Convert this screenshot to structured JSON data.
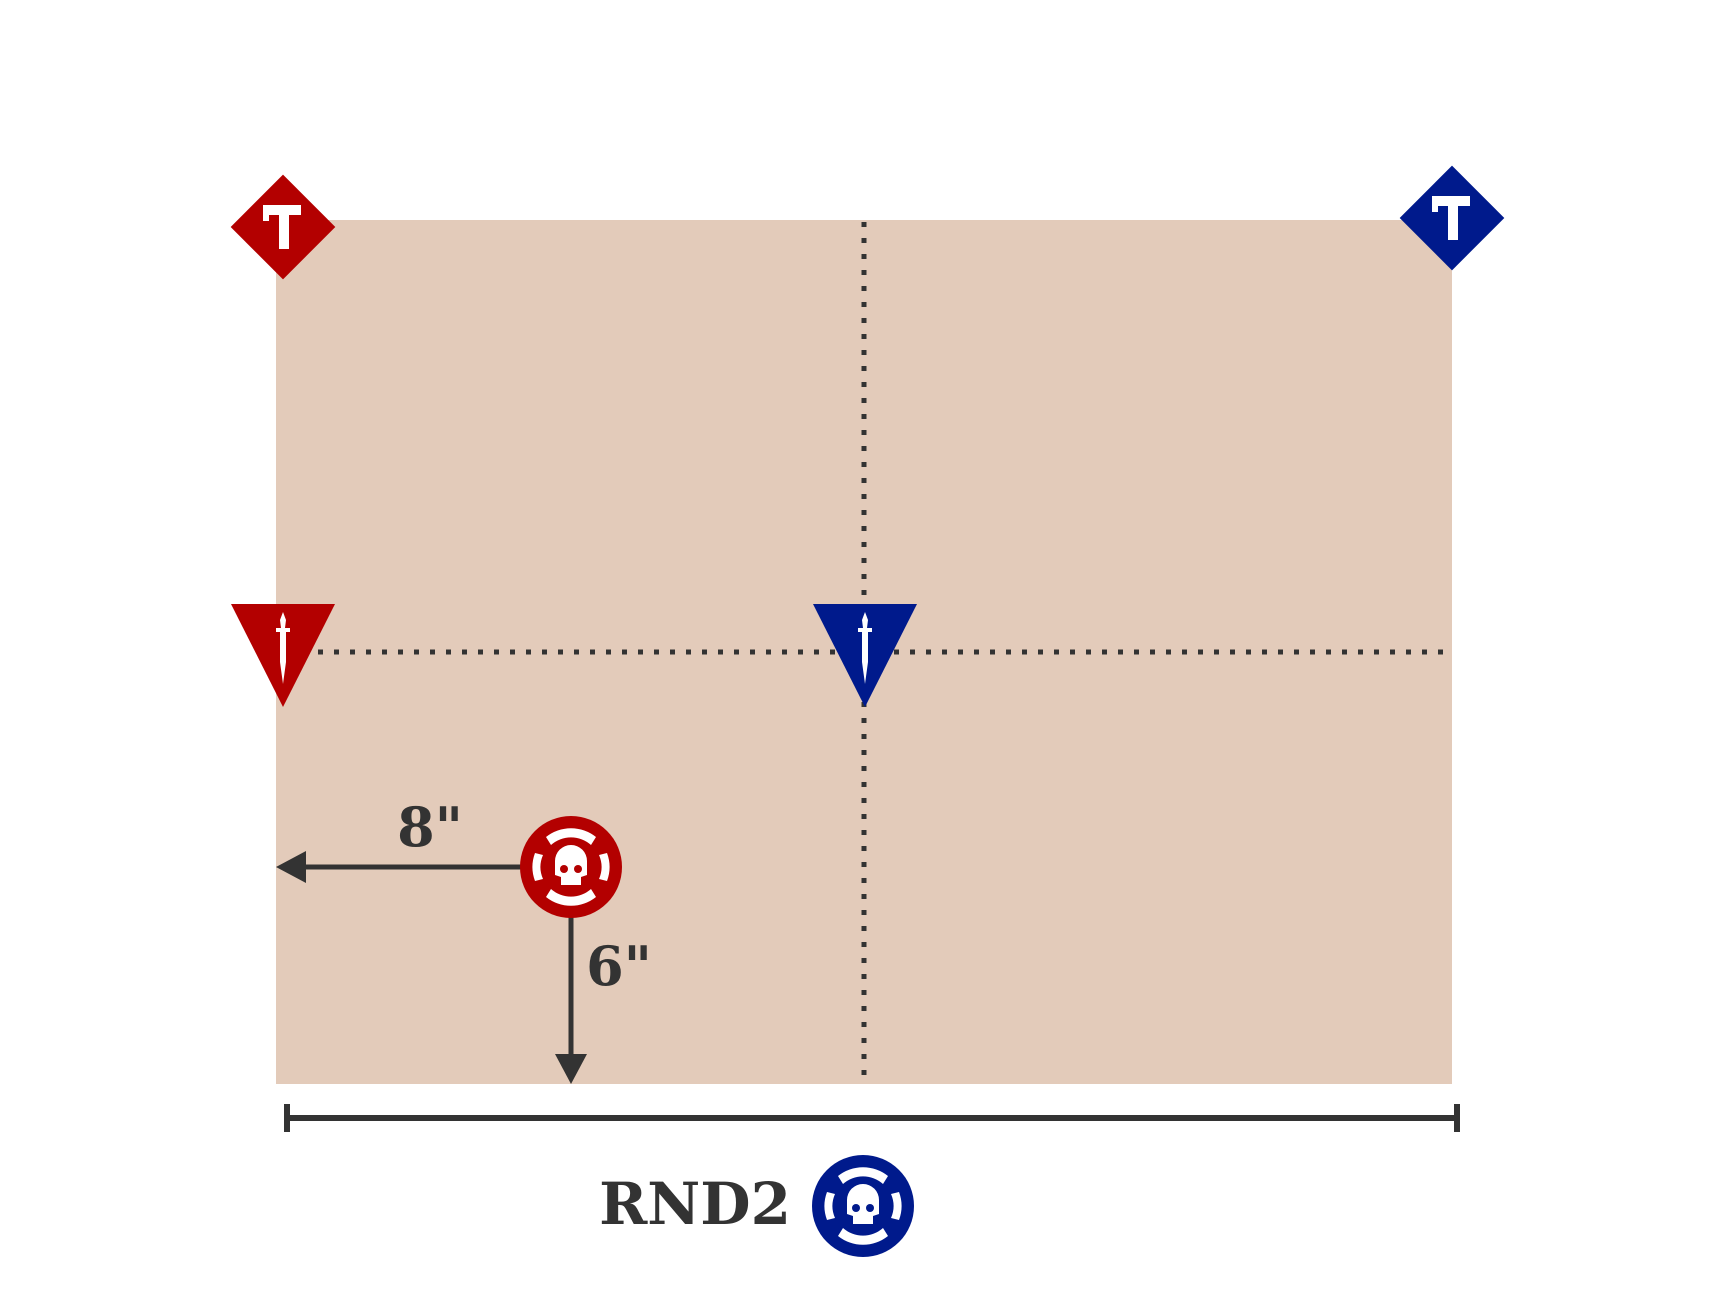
{
  "colors": {
    "red": "#b30000",
    "blue": "#001a8c",
    "board": "#e3cbba",
    "ink": "#333333"
  },
  "labels": {
    "left_distance": "8\"",
    "down_distance": "6\"",
    "round": "RND2"
  },
  "markers": [
    {
      "team": "red",
      "icon": "hammer-icon",
      "shape": "diamond"
    },
    {
      "team": "blue",
      "icon": "hammer-icon",
      "shape": "diamond"
    },
    {
      "team": "red",
      "icon": "dagger-icon",
      "shape": "triangle"
    },
    {
      "team": "blue",
      "icon": "dagger-icon",
      "shape": "triangle"
    },
    {
      "team": "red",
      "icon": "skull-icon",
      "shape": "circle"
    },
    {
      "team": "blue",
      "icon": "skull-icon",
      "shape": "circle"
    }
  ]
}
